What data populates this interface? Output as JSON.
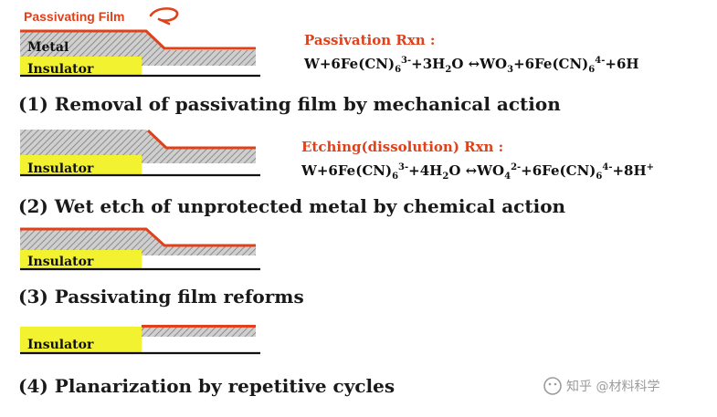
{
  "labels": {
    "passivating_film": "Passivating Film",
    "metal": "Metal",
    "insulator": "Insulator"
  },
  "passivation": {
    "title": "Passivation Rxn :",
    "equation": {
      "p1": "W+6Fe(CN)",
      "s1": "6",
      "u1": "3-",
      "p2": "+3H",
      "s2": "2",
      "p3": "O ↔WO",
      "s3": "3",
      "p4": "+6Fe(CN)",
      "s4": "6",
      "u4": "4-",
      "p5": "+6H"
    }
  },
  "etching": {
    "title": "Etching(dissolution) Rxn :",
    "equation": {
      "p1": "W+6Fe(CN)",
      "s1": "6",
      "u1": "3-",
      "p2": "+4H",
      "s2": "2",
      "p3": "O ↔WO",
      "s3": "4",
      "u3": "2-",
      "p4": "+6Fe(CN)",
      "s4": "6",
      "u4": "4-",
      "p5": "+8H",
      "u5": "+"
    }
  },
  "steps": [
    "(1) Removal of passivating film by mechanical action",
    "(2) Wet etch of unprotected metal by chemical action",
    "(3) Passivating film reforms",
    "(4) Planarization by repetitive cycles"
  ],
  "watermark": "知乎 @材料科学",
  "colors": {
    "film": "#e0401a",
    "insulator": "#f2f230",
    "metal": "#c8c8c8",
    "hatch": "#8c8c8c",
    "line": "#111111"
  }
}
